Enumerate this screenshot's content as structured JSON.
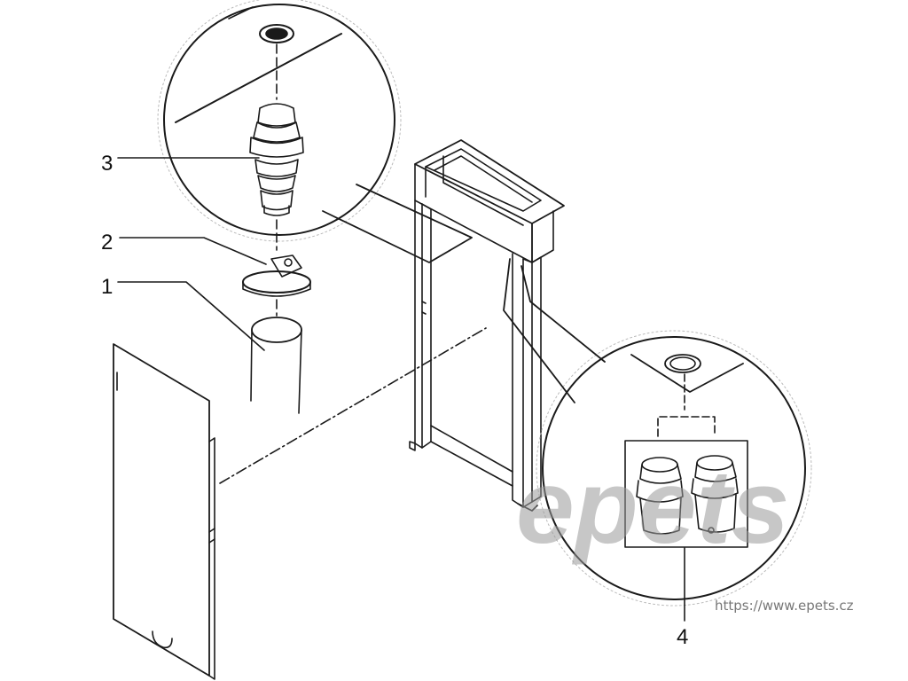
{
  "callouts": {
    "part_1": "1",
    "part_2": "2",
    "part_3": "3",
    "part_4": "4"
  },
  "watermark": {
    "logo_text": "epets",
    "url": "https://www.epets.cz"
  },
  "colors": {
    "line": "#1a1a1a",
    "watermark": "#9a9a9a"
  }
}
